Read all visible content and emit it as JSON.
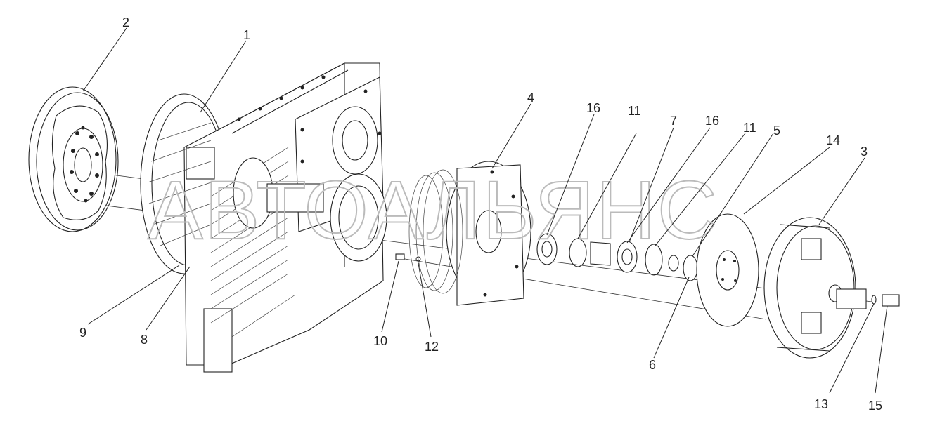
{
  "watermark": "АВТОАЛЬЯНС",
  "parts": {
    "p1": "1",
    "p2": "2",
    "p3": "3",
    "p4": "4",
    "p5": "5",
    "p6": "6",
    "p7": "7",
    "p8": "8",
    "p9": "9",
    "p10": "10",
    "p11a": "11",
    "p11b": "11",
    "p12": "12",
    "p13": "13",
    "p14": "14",
    "p15": "15",
    "p16a": "16",
    "p16b": "16"
  }
}
